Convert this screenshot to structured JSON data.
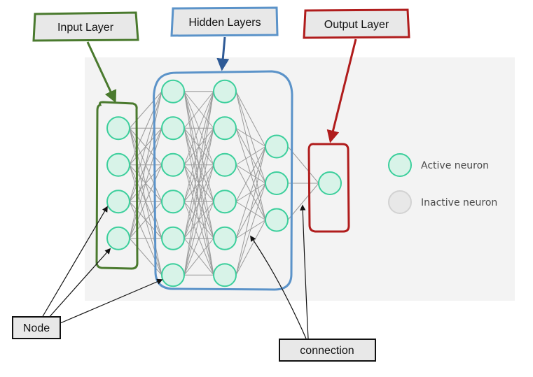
{
  "callouts": {
    "input_layer": "Input Layer",
    "hidden_layers": "Hidden Layers",
    "output_layer": "Output Layer",
    "node": "Node",
    "connection": "connection"
  },
  "legend": {
    "active": "Active neuron",
    "inactive": "Inactive neuron"
  },
  "network": {
    "layer_sizes": [
      4,
      6,
      6,
      3,
      1
    ],
    "neuron_state": "active"
  },
  "colors": {
    "panel_bg": "#f3f3f3",
    "active_fill": "#d8f3e8",
    "active_stroke": "#3ccf9c",
    "inactive_fill": "#e8e8e8",
    "inactive_stroke": "#d2d2d2",
    "connection": "#9a9a9a",
    "input_layer": "#4a7a2e",
    "hidden_layers": "#5b93c9",
    "hidden_arrow": "#2e5a96",
    "output_layer": "#b01c1c",
    "annotation": "#111111",
    "callout_bg": "#e8e8e8"
  }
}
